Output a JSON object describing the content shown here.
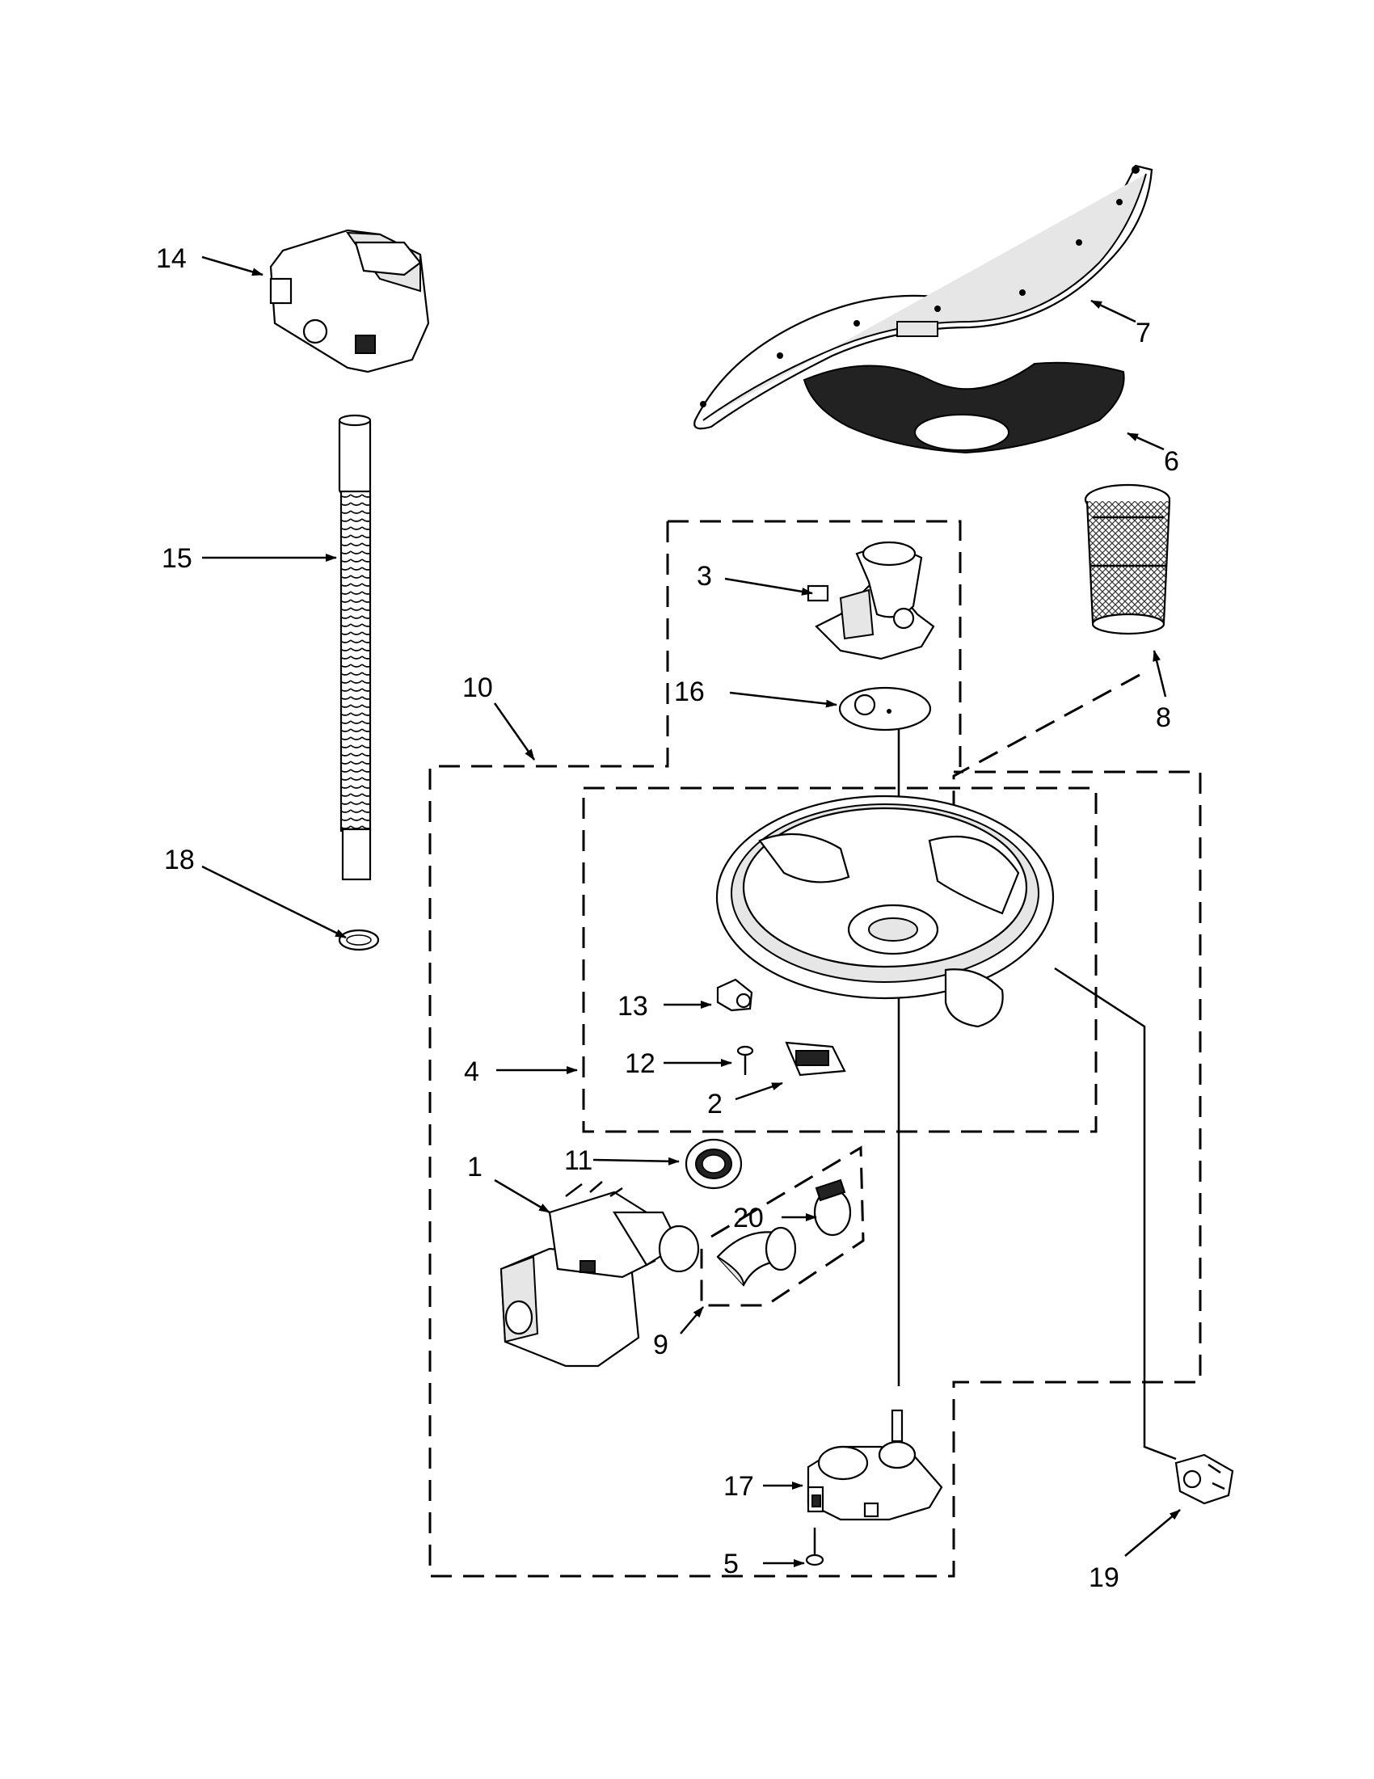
{
  "diagram": {
    "labels": {
      "p1": "1",
      "p2": "2",
      "p3": "3",
      "p4": "4",
      "p5": "5",
      "p6": "6",
      "p7": "7",
      "p8": "8",
      "p9": "9",
      "p10": "10",
      "p11": "11",
      "p12": "12",
      "p13": "13",
      "p14": "14",
      "p15": "15",
      "p16": "16",
      "p17": "17",
      "p18": "18",
      "p19": "19",
      "p20": "20"
    }
  }
}
